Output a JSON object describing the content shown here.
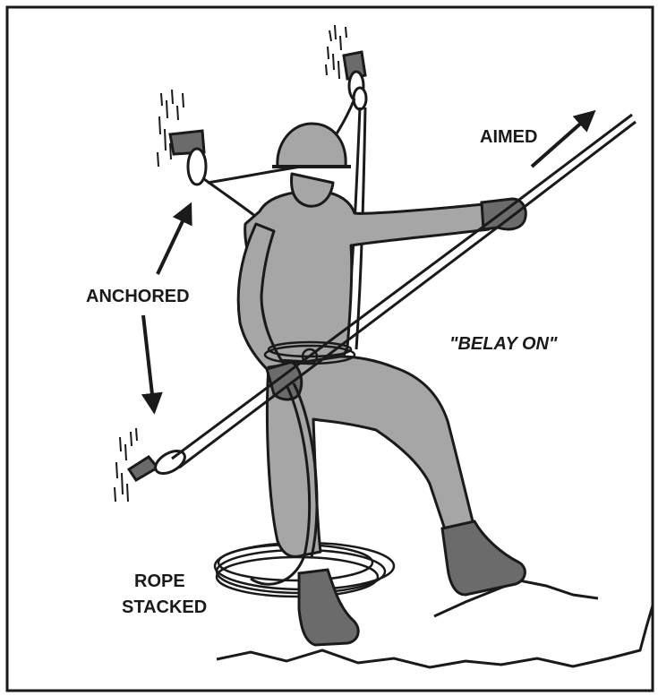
{
  "labels": {
    "aimed": "AIMED",
    "anchored": "ANCHORED",
    "belay_on": "\"BELAY ON\"",
    "rope": "ROPE",
    "stacked": "STACKED"
  },
  "colors": {
    "figure_fill": "#a6a6a6",
    "boots_fill": "#6b6b6b",
    "ink": "#1a1a1a",
    "background": "#ffffff"
  }
}
